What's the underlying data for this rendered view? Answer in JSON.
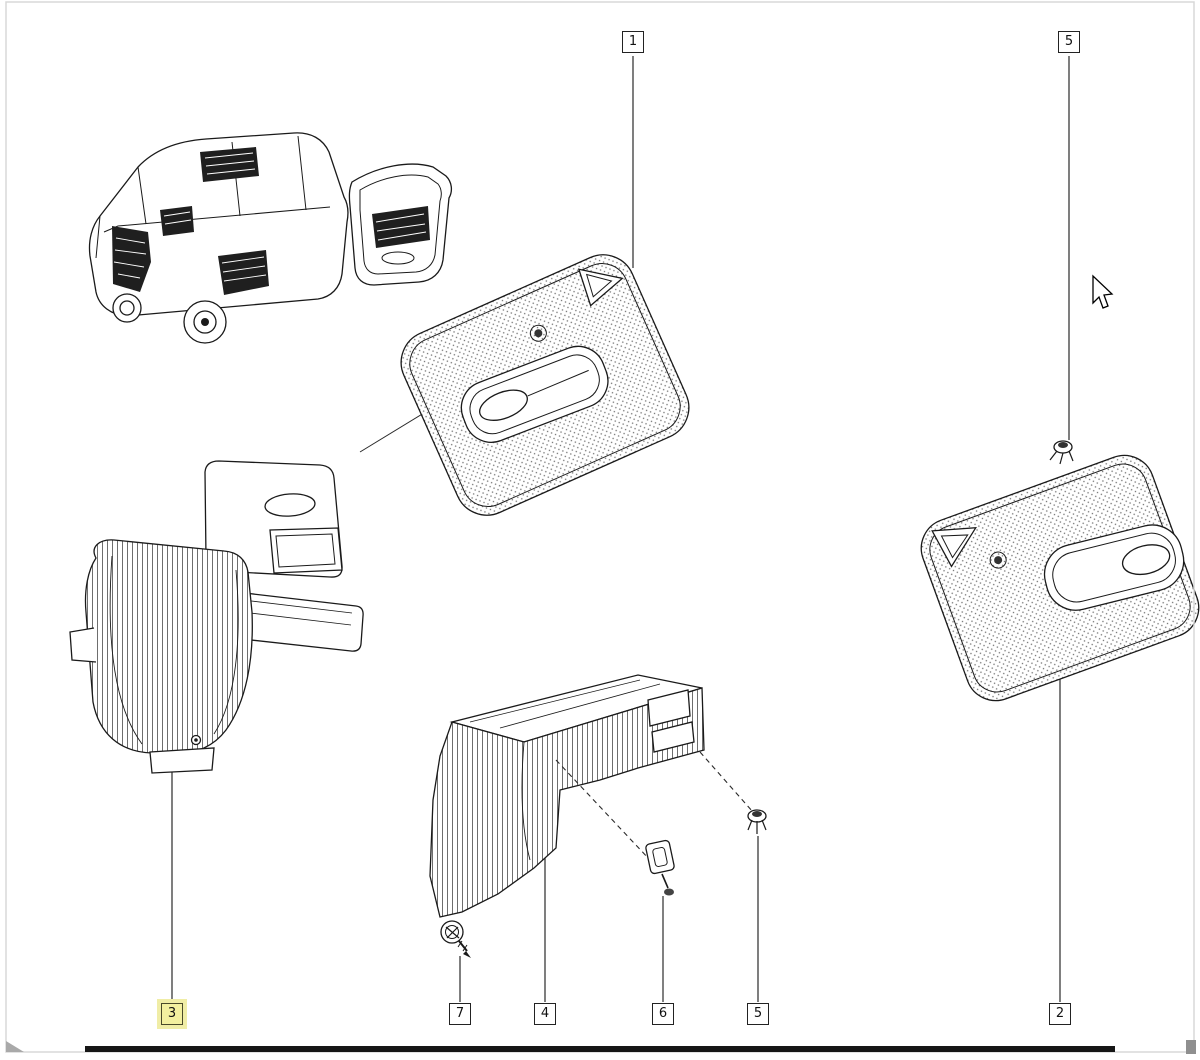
{
  "diagram": {
    "callouts": [
      {
        "label": "1"
      },
      {
        "label": "5"
      },
      {
        "label": "3"
      },
      {
        "label": "7"
      },
      {
        "label": "4"
      },
      {
        "label": "6"
      },
      {
        "label": "5"
      },
      {
        "label": "2"
      }
    ],
    "highlighted_callout_index": 2,
    "colors": {
      "line": "#1a1a1a",
      "callout_highlight": "#f3f09f",
      "background": "#ffffff"
    }
  },
  "icons": {
    "pointer": "mouse-cursor-icon"
  }
}
